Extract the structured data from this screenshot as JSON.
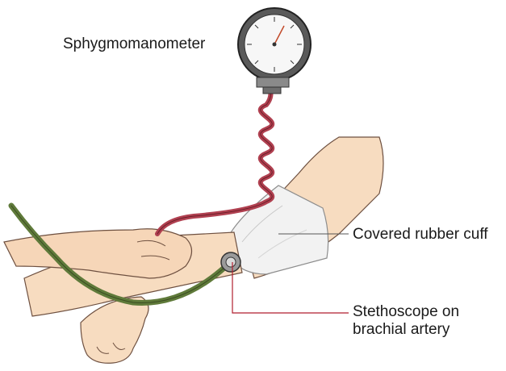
{
  "labels": {
    "sphygmomanometer": "Sphygmomanometer",
    "cuff": "Covered rubber cuff",
    "stethoscope_line1": "Stethoscope on",
    "stethoscope_line2": "brachial artery"
  },
  "colors": {
    "skin": "#f7dcc0",
    "skin_outline": "#6e5040",
    "cuff": "#f2f2f2",
    "tube_red": "#b04050",
    "tube_green": "#5f7a3a",
    "gauge_face": "#f7f7f7",
    "pointer_line": "#b01e2e"
  }
}
